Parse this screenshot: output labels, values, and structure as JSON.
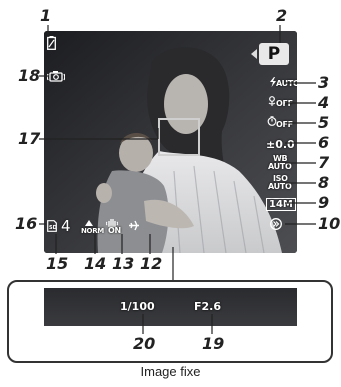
{
  "screen": {
    "mode": "P",
    "flash": "AUTO",
    "macro": "OFF",
    "self_timer": "OFF",
    "exposure_compensation": "±0.0",
    "white_balance_top": "WB",
    "white_balance_bottom": "AUTO",
    "iso_top": "ISO",
    "iso_bottom": "AUTO",
    "image_size": "14M",
    "shots_remaining": "4",
    "compression": "NORM",
    "image_stabilizer": "ON",
    "shutter_speed": "1/100",
    "aperture": "F2.6"
  },
  "callouts": {
    "c1": "1",
    "c2": "2",
    "c3": "3",
    "c4": "4",
    "c5": "5",
    "c6": "6",
    "c7": "7",
    "c8": "8",
    "c9": "9",
    "c10": "10",
    "c12": "12",
    "c13": "13",
    "c14": "14",
    "c15": "15",
    "c16": "16",
    "c17": "17",
    "c18": "18",
    "c19": "19",
    "c20": "20"
  },
  "caption": "Image fixe",
  "icons": {
    "battery": "battery-icon",
    "flash": "flash-icon",
    "macro": "macro-flower-icon",
    "self_timer": "self-timer-icon",
    "camera_shake": "camera-shake-warning-icon",
    "record_mode": "sd-card-icon",
    "hand_stabilizer": "hand-stabilizer-icon",
    "plane": "world-time-plane-icon",
    "arrow": "chevron-right-icon"
  }
}
